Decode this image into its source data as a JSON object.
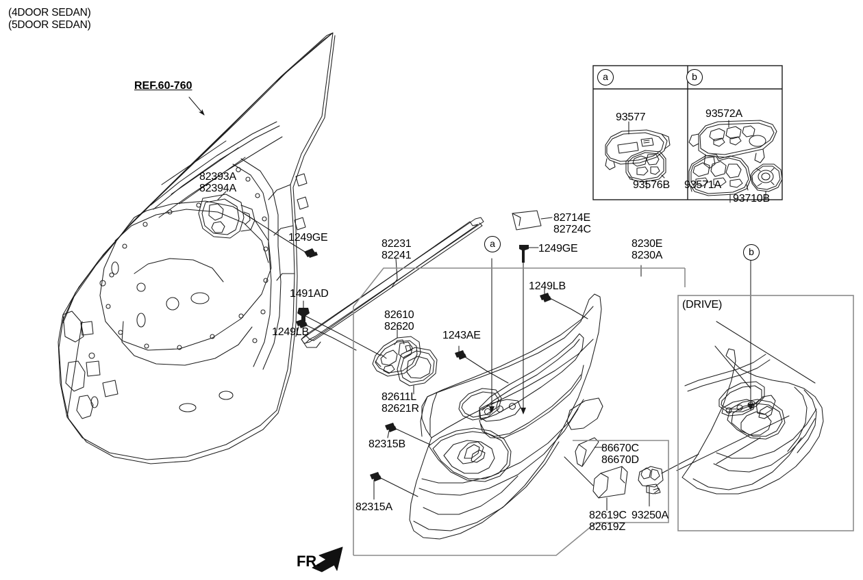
{
  "diagram": {
    "title_lines": [
      "(4DOOR SEDAN)",
      "(5DOOR SEDAN)"
    ],
    "reference_callout": "REF.60-760",
    "front_marker": "FR.",
    "drive_inset_label": "(DRIVE)",
    "circle_markers": {
      "a": "a",
      "b": "b"
    }
  },
  "switch_inset": {
    "columns": [
      {
        "marker": "a",
        "parts": [
          "93577",
          "93576B"
        ]
      },
      {
        "marker": "b",
        "parts": [
          "93572A",
          "93571A",
          "93710B"
        ]
      }
    ],
    "labels": {
      "p93577": "93577",
      "p93576B": "93576B",
      "p93572A": "93572A",
      "p93571A": "93571A",
      "p93710B": "93710B"
    }
  },
  "door_shell": {
    "ref_label": "REF.60-760",
    "parts": {
      "latch_upper": "82393A",
      "latch_lower": "82394A",
      "screw_1249GE": "1249GE"
    }
  },
  "trim_panel": {
    "parts": {
      "weatherstrip_upper": "82231",
      "weatherstrip_lower": "82241",
      "clip_1491AD": "1491AD",
      "clip_1249LB_left": "1249LB",
      "handle_upper": "82610",
      "handle_lower": "82620",
      "handle_bezel_L": "82611L",
      "handle_bezel_R": "82621R",
      "screw_1243AE": "1243AE",
      "cap_82714E": "82714E",
      "cap_82724C": "82724C",
      "screw_1249GE": "1249GE",
      "clip_1249LB_right": "1249LB",
      "trim_upper": "8230E",
      "trim_lower": "8230A",
      "screw_82315B": "82315B",
      "screw_82315A": "82315A",
      "clip_86670C": "86670C",
      "clip_86670D": "86670D",
      "cover_82619C": "82619C",
      "cover_82619Z": "82619Z",
      "lamp_93250A": "93250A"
    }
  },
  "colors": {
    "line": "#1a1a1a",
    "enclosure": "#8a8a8a",
    "background": "#ffffff"
  }
}
